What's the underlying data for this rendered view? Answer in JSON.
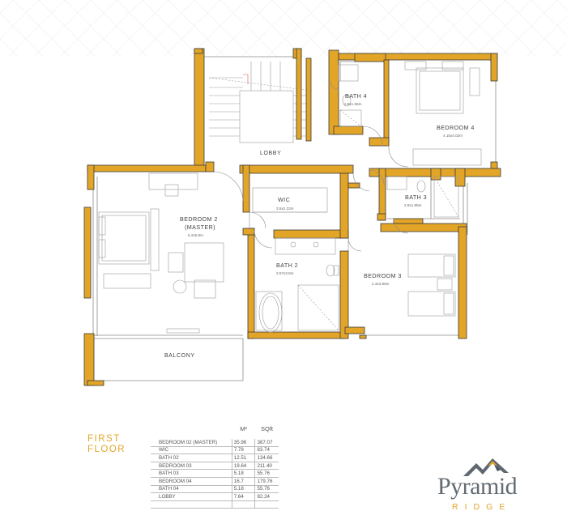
{
  "plan": {
    "lobby": "LOBBY",
    "balcony": "BALCONY",
    "rooms": {
      "bedroom2": {
        "name_line1": "BEDROOM 2",
        "name_line2": "(MASTER)",
        "dims": "6.2x5.8m"
      },
      "wic": {
        "name": "WIC",
        "dims": "3.5x2.22m"
      },
      "bath2": {
        "name": "BATH 2",
        "dims": "3.57x3.5m"
      },
      "bedroom3": {
        "name": "BEDROOM 3",
        "dims": "4.3x3.95m"
      },
      "bath3": {
        "name": "BATH 3",
        "dims": "2.8x1.85m"
      },
      "bath4": {
        "name": "BATH 4",
        "dims": "2.8x1.85m"
      },
      "bedroom4": {
        "name": "BEDROOM 4",
        "dims": "4.15x4.02m"
      }
    },
    "colors": {
      "wall": "#e2a528",
      "wall_outline": "#3a3a3a",
      "fixture": "#9a9a9a",
      "accent": "#e2a528"
    }
  },
  "floor": {
    "line1": "FIRST",
    "line2": "FLOOR"
  },
  "area_table": {
    "col_m2": "M²",
    "col_sqft": "SQft",
    "rows": [
      {
        "room": "BEDROOM 02 (MASTER)",
        "m2": "35.96",
        "sqft": "387.07"
      },
      {
        "room": "WIC",
        "m2": "7.78",
        "sqft": "83.74"
      },
      {
        "room": "BATH 02",
        "m2": "12.51",
        "sqft": "134.66"
      },
      {
        "room": "BEDROOM 03",
        "m2": "19.64",
        "sqft": "211.40"
      },
      {
        "room": "BATH 03",
        "m2": "5.18",
        "sqft": "55.76"
      },
      {
        "room": "BEDROOM 04",
        "m2": "16.7",
        "sqft": "179.76"
      },
      {
        "room": "BATH 04",
        "m2": "5.18",
        "sqft": "55.76"
      },
      {
        "room": "LOBBY",
        "m2": "7.64",
        "sqft": "82.24"
      }
    ]
  },
  "logo": {
    "word": "Pyramid",
    "sub": "RIDGE",
    "icon": "pyramid-roof-icon"
  }
}
